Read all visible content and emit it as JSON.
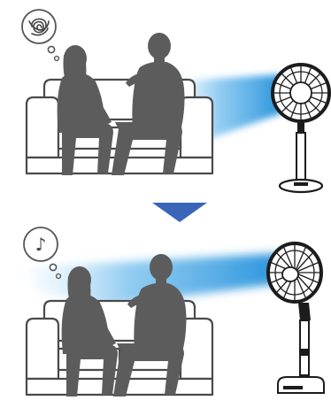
{
  "scenes": [
    {
      "id": "before",
      "thought_bubble": {
        "icon": "tangled-scribble-icon",
        "meaning": "uncomfortable"
      },
      "airflow": "direct-low",
      "fan_orientation": "facing-front"
    },
    {
      "id": "after",
      "thought_bubble": {
        "icon": "music-note-icon",
        "text": "♪",
        "meaning": "comfortable"
      },
      "airflow": "overhead-high",
      "fan_orientation": "angled-up"
    }
  ],
  "arrow": {
    "direction": "down",
    "color": "#3b66b8"
  },
  "colors": {
    "silhouette": "#5c5c5c",
    "sofa_outline": "#4a4a4a",
    "sofa_fill": "#ffffff",
    "airflow_blue": "#1f8ed9",
    "fan_dark": "#1c1c1c"
  }
}
